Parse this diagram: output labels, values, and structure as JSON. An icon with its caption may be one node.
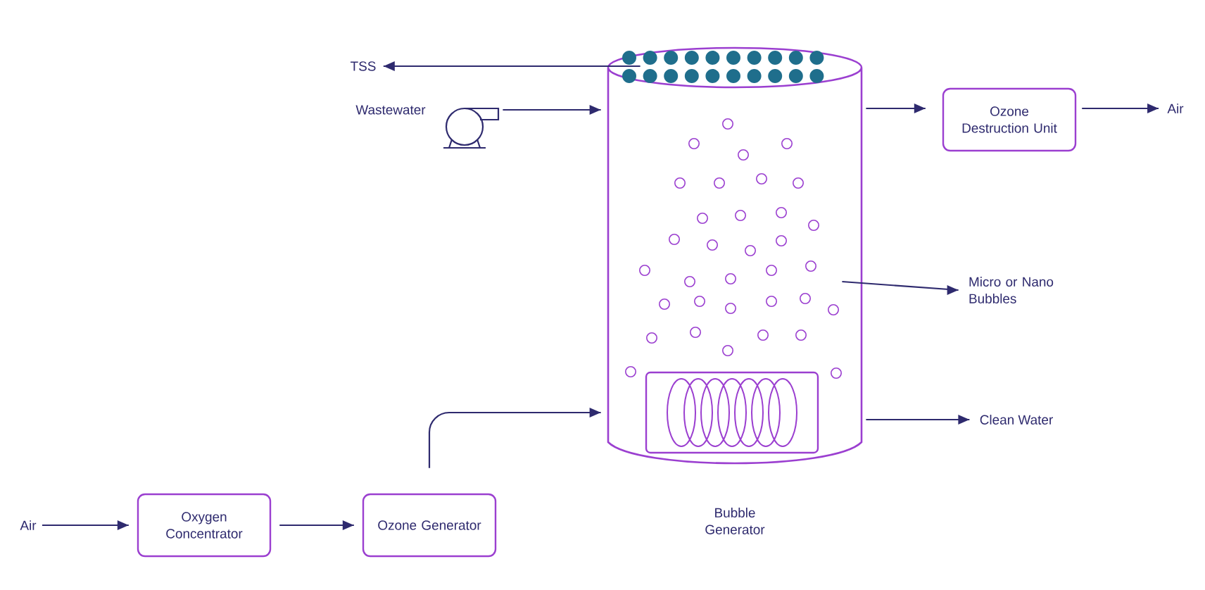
{
  "diagram": {
    "nodes": [
      {
        "text": [
          "Air"
        ]
      },
      {
        "text": [
          "Oxygen Concentrator"
        ]
      },
      {
        "text": [
          "Ozone Generator"
        ]
      },
      {
        "text": [
          "Bubble Generator"
        ]
      },
      {
        "text": [],
        "shape": "picture",
        "beside": [
          "Wastewater"
        ]
      },
      {
        "text": [
          "TSS"
        ]
      },
      {
        "text": [
          "Ozone Destruction Unit"
        ]
      },
      {
        "text": [
          "Air"
        ]
      },
      {
        "text": [
          "Micro or Nano Bubbles"
        ]
      },
      {
        "text": [
          "Clean Water"
        ]
      },
      {
        "text": [],
        "shape": "box",
        "in": 3
      }
    ],
    "edges": [
      {
        "from": 0,
        "to": 1,
        "arrow": "to"
      },
      {
        "from": 1,
        "to": 2,
        "arrow": "to"
      },
      {
        "from": 2,
        "to": 3,
        "arrow": "to"
      },
      {
        "from": 4,
        "to": 3,
        "arrow": "to"
      },
      {
        "from": 3,
        "to": 5,
        "arrow": "to"
      },
      {
        "from": 3,
        "to": 6,
        "arrow": "to"
      },
      {
        "from": 6,
        "to": 7,
        "arrow": "to"
      },
      {
        "from": 3,
        "to": 8,
        "arrow": "to"
      },
      {
        "from": 3,
        "to": 9,
        "arrow": "to"
      }
    ]
  }
}
